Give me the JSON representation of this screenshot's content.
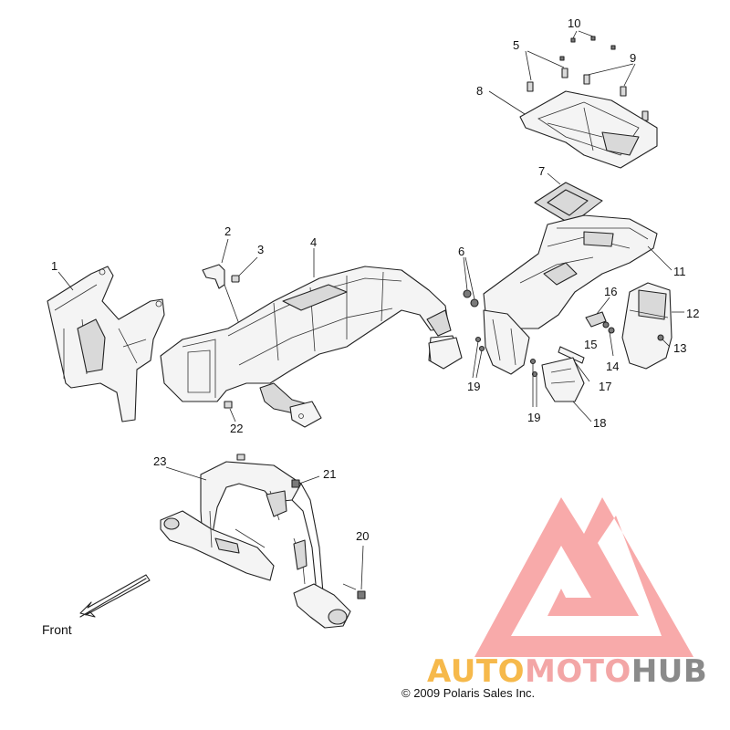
{
  "diagram": {
    "callouts": [
      {
        "id": "c1",
        "label": "1"
      },
      {
        "id": "c2",
        "label": "2"
      },
      {
        "id": "c3",
        "label": "3"
      },
      {
        "id": "c4",
        "label": "4"
      },
      {
        "id": "c5",
        "label": "5"
      },
      {
        "id": "c6",
        "label": "6"
      },
      {
        "id": "c7",
        "label": "7"
      },
      {
        "id": "c8",
        "label": "8"
      },
      {
        "id": "c9",
        "label": "9"
      },
      {
        "id": "c10",
        "label": "10"
      },
      {
        "id": "c11",
        "label": "11"
      },
      {
        "id": "c12",
        "label": "12"
      },
      {
        "id": "c13",
        "label": "13"
      },
      {
        "id": "c14",
        "label": "14"
      },
      {
        "id": "c15",
        "label": "15"
      },
      {
        "id": "c16",
        "label": "16"
      },
      {
        "id": "c17",
        "label": "17"
      },
      {
        "id": "c18",
        "label": "18"
      },
      {
        "id": "c19a",
        "label": "19"
      },
      {
        "id": "c19b",
        "label": "19"
      },
      {
        "id": "c20",
        "label": "20"
      },
      {
        "id": "c21",
        "label": "21"
      },
      {
        "id": "c22",
        "label": "22"
      },
      {
        "id": "c23",
        "label": "23"
      }
    ],
    "front_label": "Front",
    "copyright": "© 2009 Polaris Sales Inc."
  },
  "watermark": {
    "text_1": "AUTO",
    "text_2": "MOTO",
    "text_3": "HUB",
    "colors": {
      "triangle": "#f7a1a1",
      "auto": "#f6b94b",
      "moto": "#f3a6a6",
      "hub": "#8a8a8a"
    }
  }
}
